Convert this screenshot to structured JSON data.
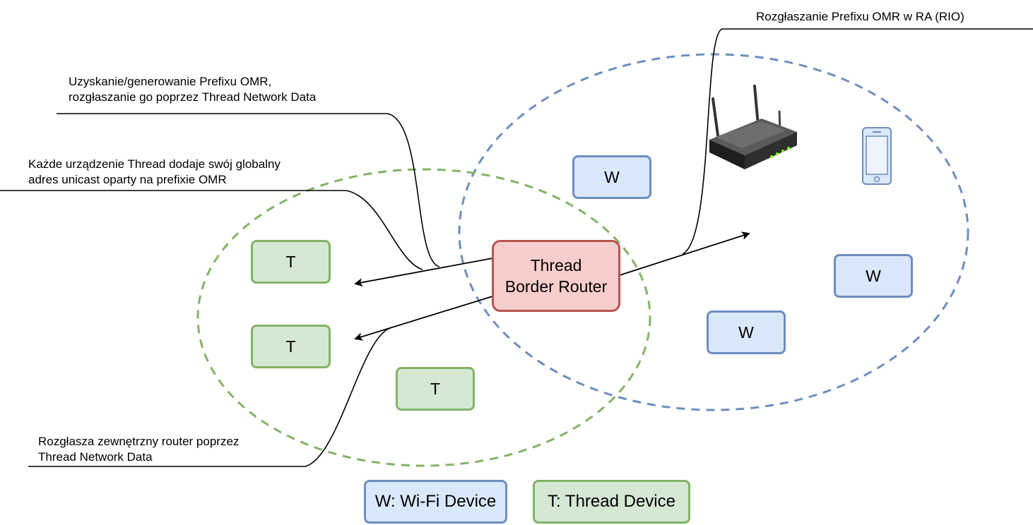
{
  "annotations": {
    "omr_prefix": [
      "Uzyskanie/generowanie Prefixu OMR,",
      "rozgłaszanie go poprzez Thread Network Data"
    ],
    "unicast": [
      "Każde urządzenie Thread dodaje swój globalny",
      "adres unicast oparty na prefixie OMR"
    ],
    "external_router": [
      "Rozgłasza zewnętrzny router poprzez",
      "Thread Network Data"
    ],
    "rio": "Rozgłaszanie Prefixu OMR w RA (RIO)"
  },
  "border_router": [
    "Thread",
    "Border Router"
  ],
  "wifi_nodes": [
    "W",
    "W",
    "W"
  ],
  "thread_nodes": [
    "T",
    "T",
    "T"
  ],
  "legend": {
    "wifi": "W: Wi-Fi Device",
    "thread": "T: Thread Device"
  },
  "colors": {
    "wifi_fill": "#dae8fc",
    "wifi_stroke": "#6c8ebf",
    "thread_fill": "#d5e8d4",
    "thread_stroke": "#82b366",
    "router_fill": "#f8cecc",
    "router_stroke": "#b85450"
  },
  "icons": [
    "wifi-router-icon",
    "smartphone-icon"
  ]
}
